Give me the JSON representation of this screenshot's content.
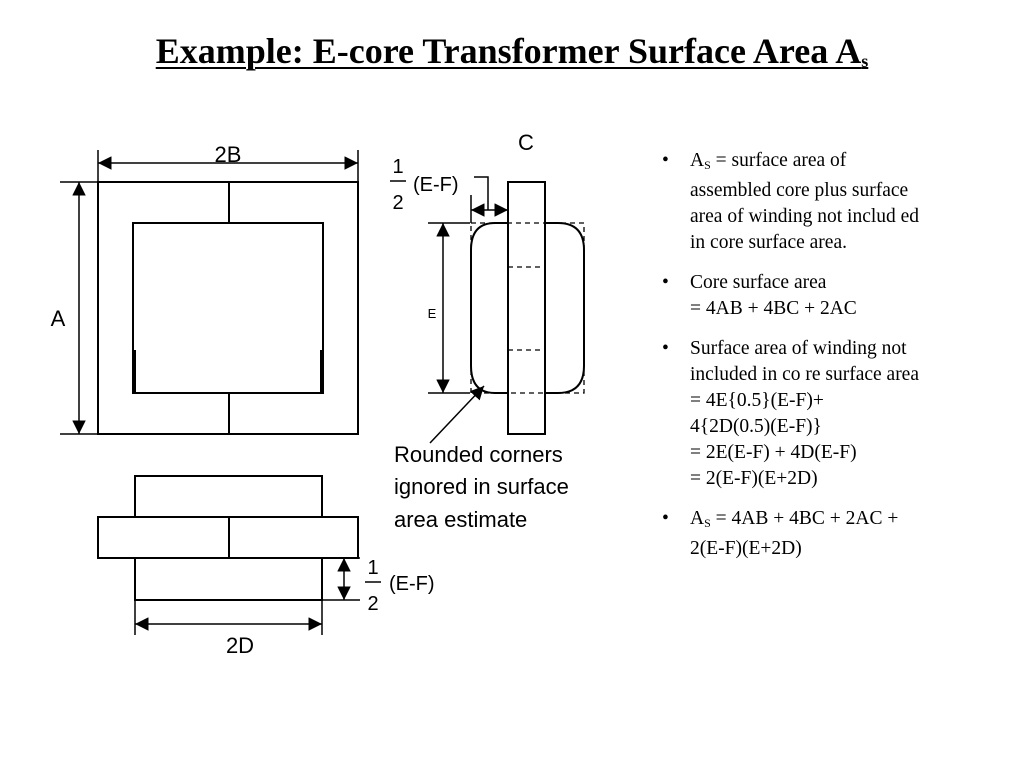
{
  "title": {
    "main": "Example: E-core Transformer Surface Area A",
    "sub": "s"
  },
  "labels": {
    "two_b": "2B",
    "a": "A",
    "c": "C",
    "half_num": "1",
    "half_den": "2",
    "e_minus_f": "(E-F)",
    "e": "E",
    "two_d": "2D",
    "rounded_note": [
      "Rounded corners",
      "ignored in surface",
      "area estimate"
    ]
  },
  "bullets": [
    {
      "symbol": "A",
      "sub": "S",
      "lines": [
        " = surface area of",
        "assembled core plus surface",
        "area of winding  not includ ed",
        "in core surface area."
      ]
    },
    {
      "lines": [
        "Core surface area",
        "= 4AB + 4BC  + 2AC"
      ]
    },
    {
      "lines": [
        "Surface area of  winding  not",
        "included in co  re surface area",
        "= 4E{0.5}(E-F)+",
        "4{2D(0.5)(E-F)}",
        "= 2E(E-F) + 4D(E-F)",
        "= 2(E-F)(E+2D)"
      ]
    },
    {
      "symbol": "A",
      "sub": "S",
      "lines": [
        " =  4AB + 4BC + 2AC +",
        "2(E-F)(E+2D)"
      ]
    }
  ],
  "bullet_char": "•"
}
